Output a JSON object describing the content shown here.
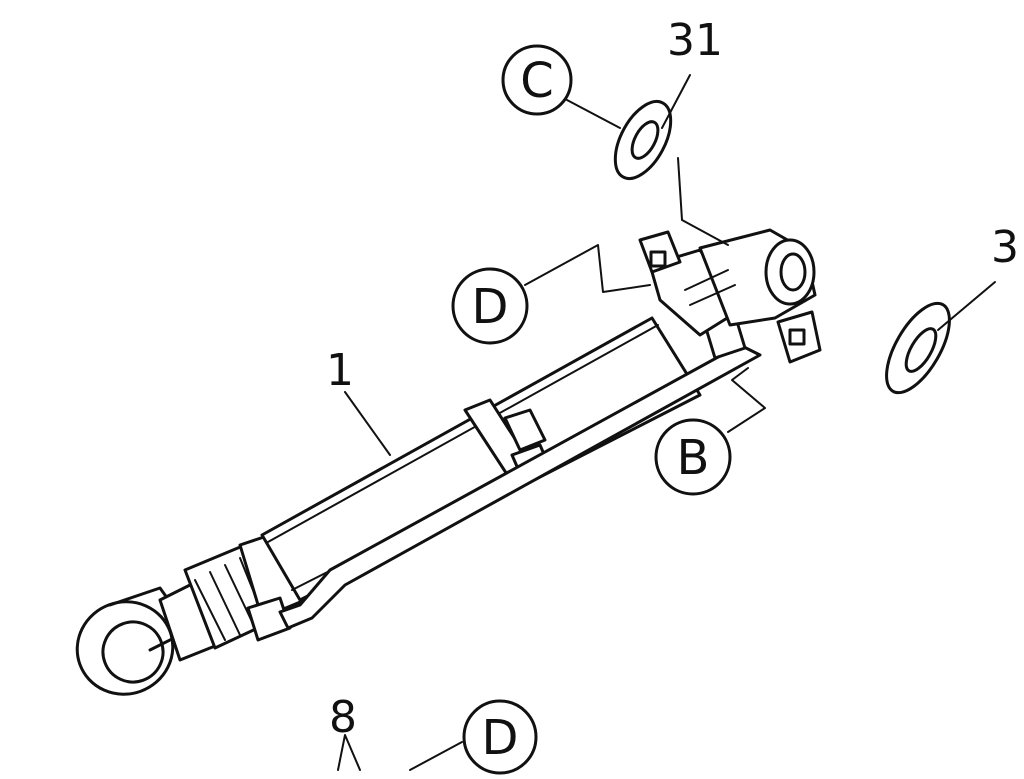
{
  "part_numbers": {
    "cylinder": "1",
    "washer_right": "3",
    "fitting_bottom": "8",
    "washer_top": "31"
  },
  "reference_letters": {
    "c": "C",
    "d_upper": "D",
    "d_lower": "D",
    "b": "B"
  }
}
